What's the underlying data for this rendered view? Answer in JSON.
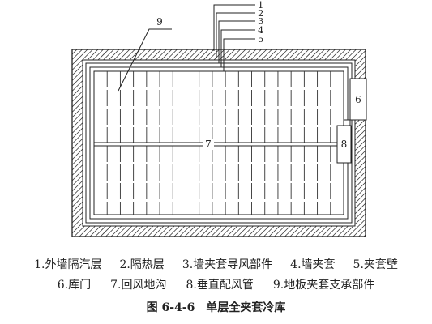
{
  "diagram": {
    "callouts": [
      "1",
      "2",
      "3",
      "4",
      "5",
      "6",
      "7",
      "8",
      "9"
    ]
  },
  "legend": {
    "row1": [
      "1.外墙隔汽层",
      "2.隔热层",
      "3.墙夹套导风部件",
      "4.墙夹套",
      "5.夹套壁"
    ],
    "row2": [
      "6.库门",
      "7.回风地沟",
      "8.垂直配风管",
      "9.地板夹套支承部件"
    ]
  },
  "figure": {
    "number": "图 6-4-6",
    "title": "单层全夹套冷库"
  }
}
